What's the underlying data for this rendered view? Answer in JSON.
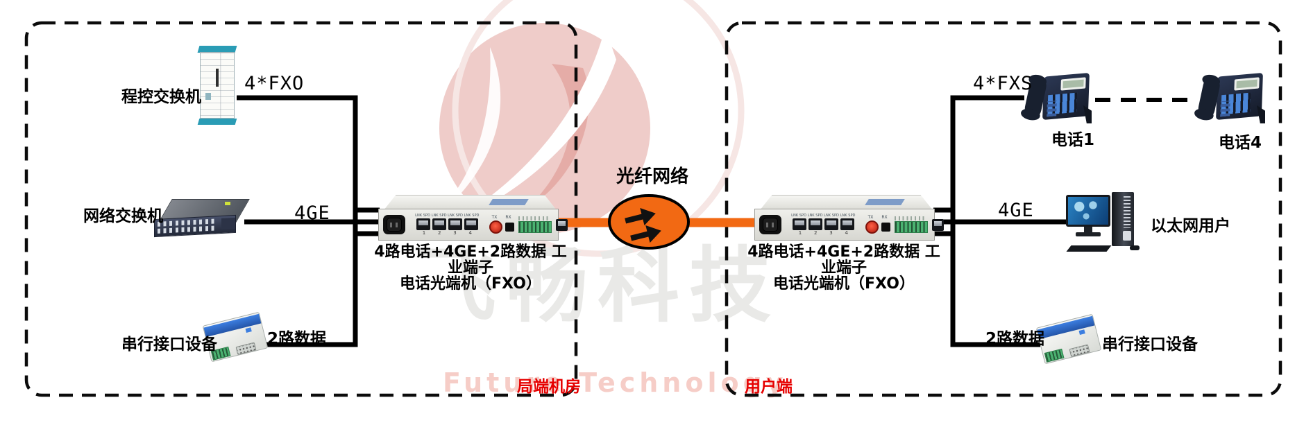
{
  "watermark": {
    "brand_cn": "飞畅科技",
    "brand_en": "Future Technology"
  },
  "center": {
    "fiber_label": "光纤网络"
  },
  "left_zone": {
    "label": "局端机房",
    "pbx_label": "程控交换机",
    "fxo_link": "4*FXO",
    "switch_label": "网络交换机",
    "ge_link": "4GE",
    "serial_label": "串行接口设备",
    "data_link": "2路数据",
    "mux_caption_1": "4路电话+4GE+2路数据 工业端子",
    "mux_caption_2": "电话光端机（FXO）"
  },
  "right_zone": {
    "label": "用户端",
    "fxs_link": "4*FXS",
    "phone1_label": "电话1",
    "phone4_label": "电话4",
    "ge_link": "4GE",
    "ethernet_label": "以太网用户",
    "data_link": "2路数据",
    "serial_label": "串行接口设备",
    "mux_caption_1": "4路电话+4GE+2路数据 工业端子",
    "mux_caption_2": "电话光端机（FXO）"
  },
  "mux_panel": {
    "port_leds": "LNK SPD LNK SPD LNK SPD LNK SPD",
    "port_numbers": [
      "1",
      "2",
      "3",
      "4"
    ],
    "fiber_ports": [
      "TX",
      "RX"
    ]
  },
  "colors": {
    "fiber_orange": "#f26913",
    "zone_label_red": "#e60000",
    "cabinet_teal": "#2a9cb5",
    "serial_blue": "#2f6fd0",
    "logo_pink": "#efccc9",
    "watermark_gray": "#e9e9e7"
  }
}
